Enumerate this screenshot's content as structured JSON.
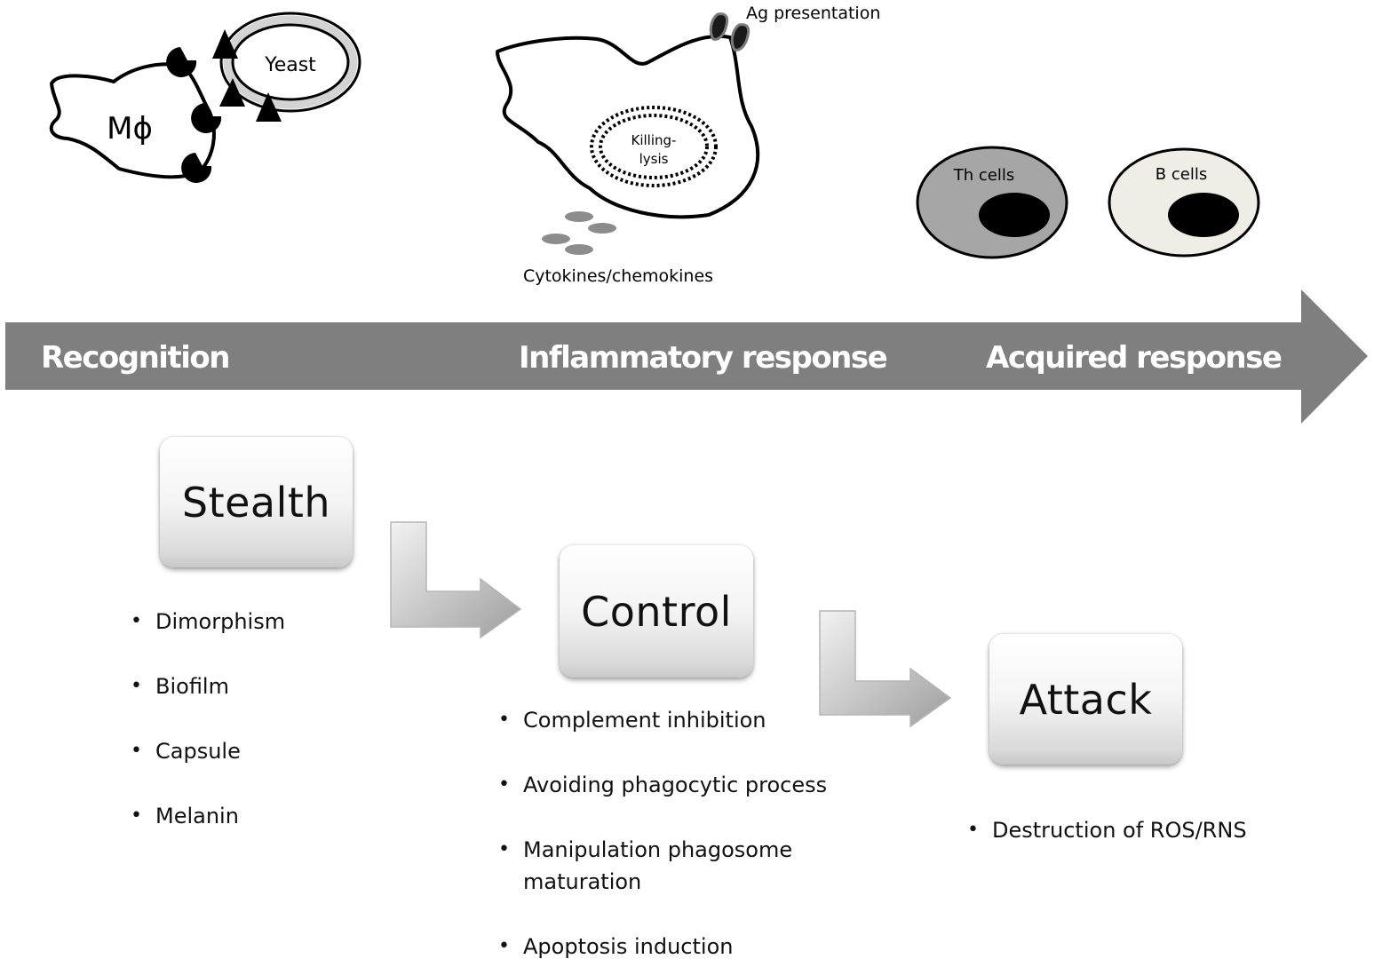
{
  "top_illustration": {
    "macrophage_label": "Mϕ",
    "yeast_label": "Yeast",
    "killing_label_line1": "Killing-",
    "killing_label_line2": "lysis",
    "ag_presentation_label": "Ag presentation",
    "cytokines_label": "Cytokines/chemokines",
    "th_cells_label": "Th cells",
    "b_cells_label": "B cells"
  },
  "timeline": {
    "phase_1": "Recognition",
    "phase_2": "Inflammatory response",
    "phase_3": "Acquired response",
    "arrow_color": "#7f7f7f"
  },
  "strategies": [
    {
      "title": "Stealth",
      "items": [
        "Dimorphism",
        "Biofilm",
        "Capsule",
        "Melanin"
      ]
    },
    {
      "title": "Control",
      "items": [
        "Complement inhibition",
        "Avoiding phagocytic process",
        "Manipulation phagosome maturation",
        "Apoptosis induction"
      ]
    },
    {
      "title": "Attack",
      "items": [
        "Destruction of ROS/RNS"
      ]
    }
  ]
}
